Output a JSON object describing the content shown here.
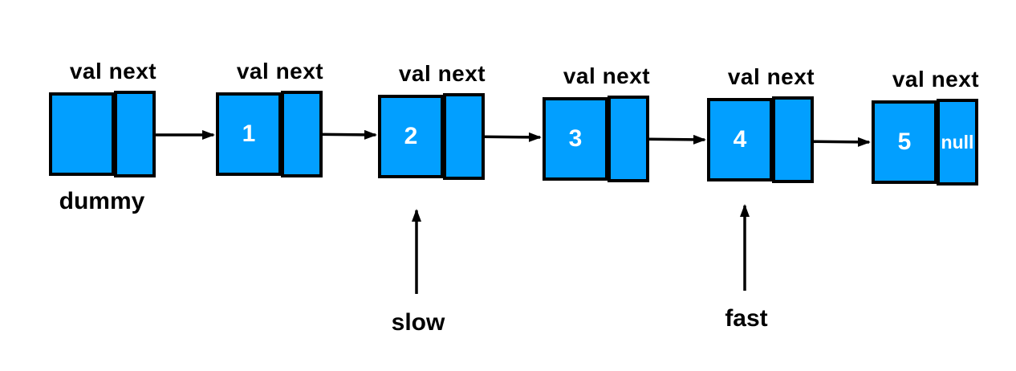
{
  "labels": {
    "field_header": "val next"
  },
  "nodes": [
    {
      "val": "",
      "next": "",
      "below_label": "dummy"
    },
    {
      "val": "1",
      "next": ""
    },
    {
      "val": "2",
      "next": ""
    },
    {
      "val": "3",
      "next": ""
    },
    {
      "val": "4",
      "next": ""
    },
    {
      "val": "5",
      "next": "null"
    }
  ],
  "pointers": [
    {
      "label": "slow",
      "points_to_value": "2"
    },
    {
      "label": "fast",
      "points_to_value": "4"
    }
  ],
  "colors": {
    "node_fill": "#029FFF",
    "node_border": "#000000",
    "node_value_text": "#FFFFFF",
    "label_text": "#000000",
    "background": "#FFFFFF"
  }
}
